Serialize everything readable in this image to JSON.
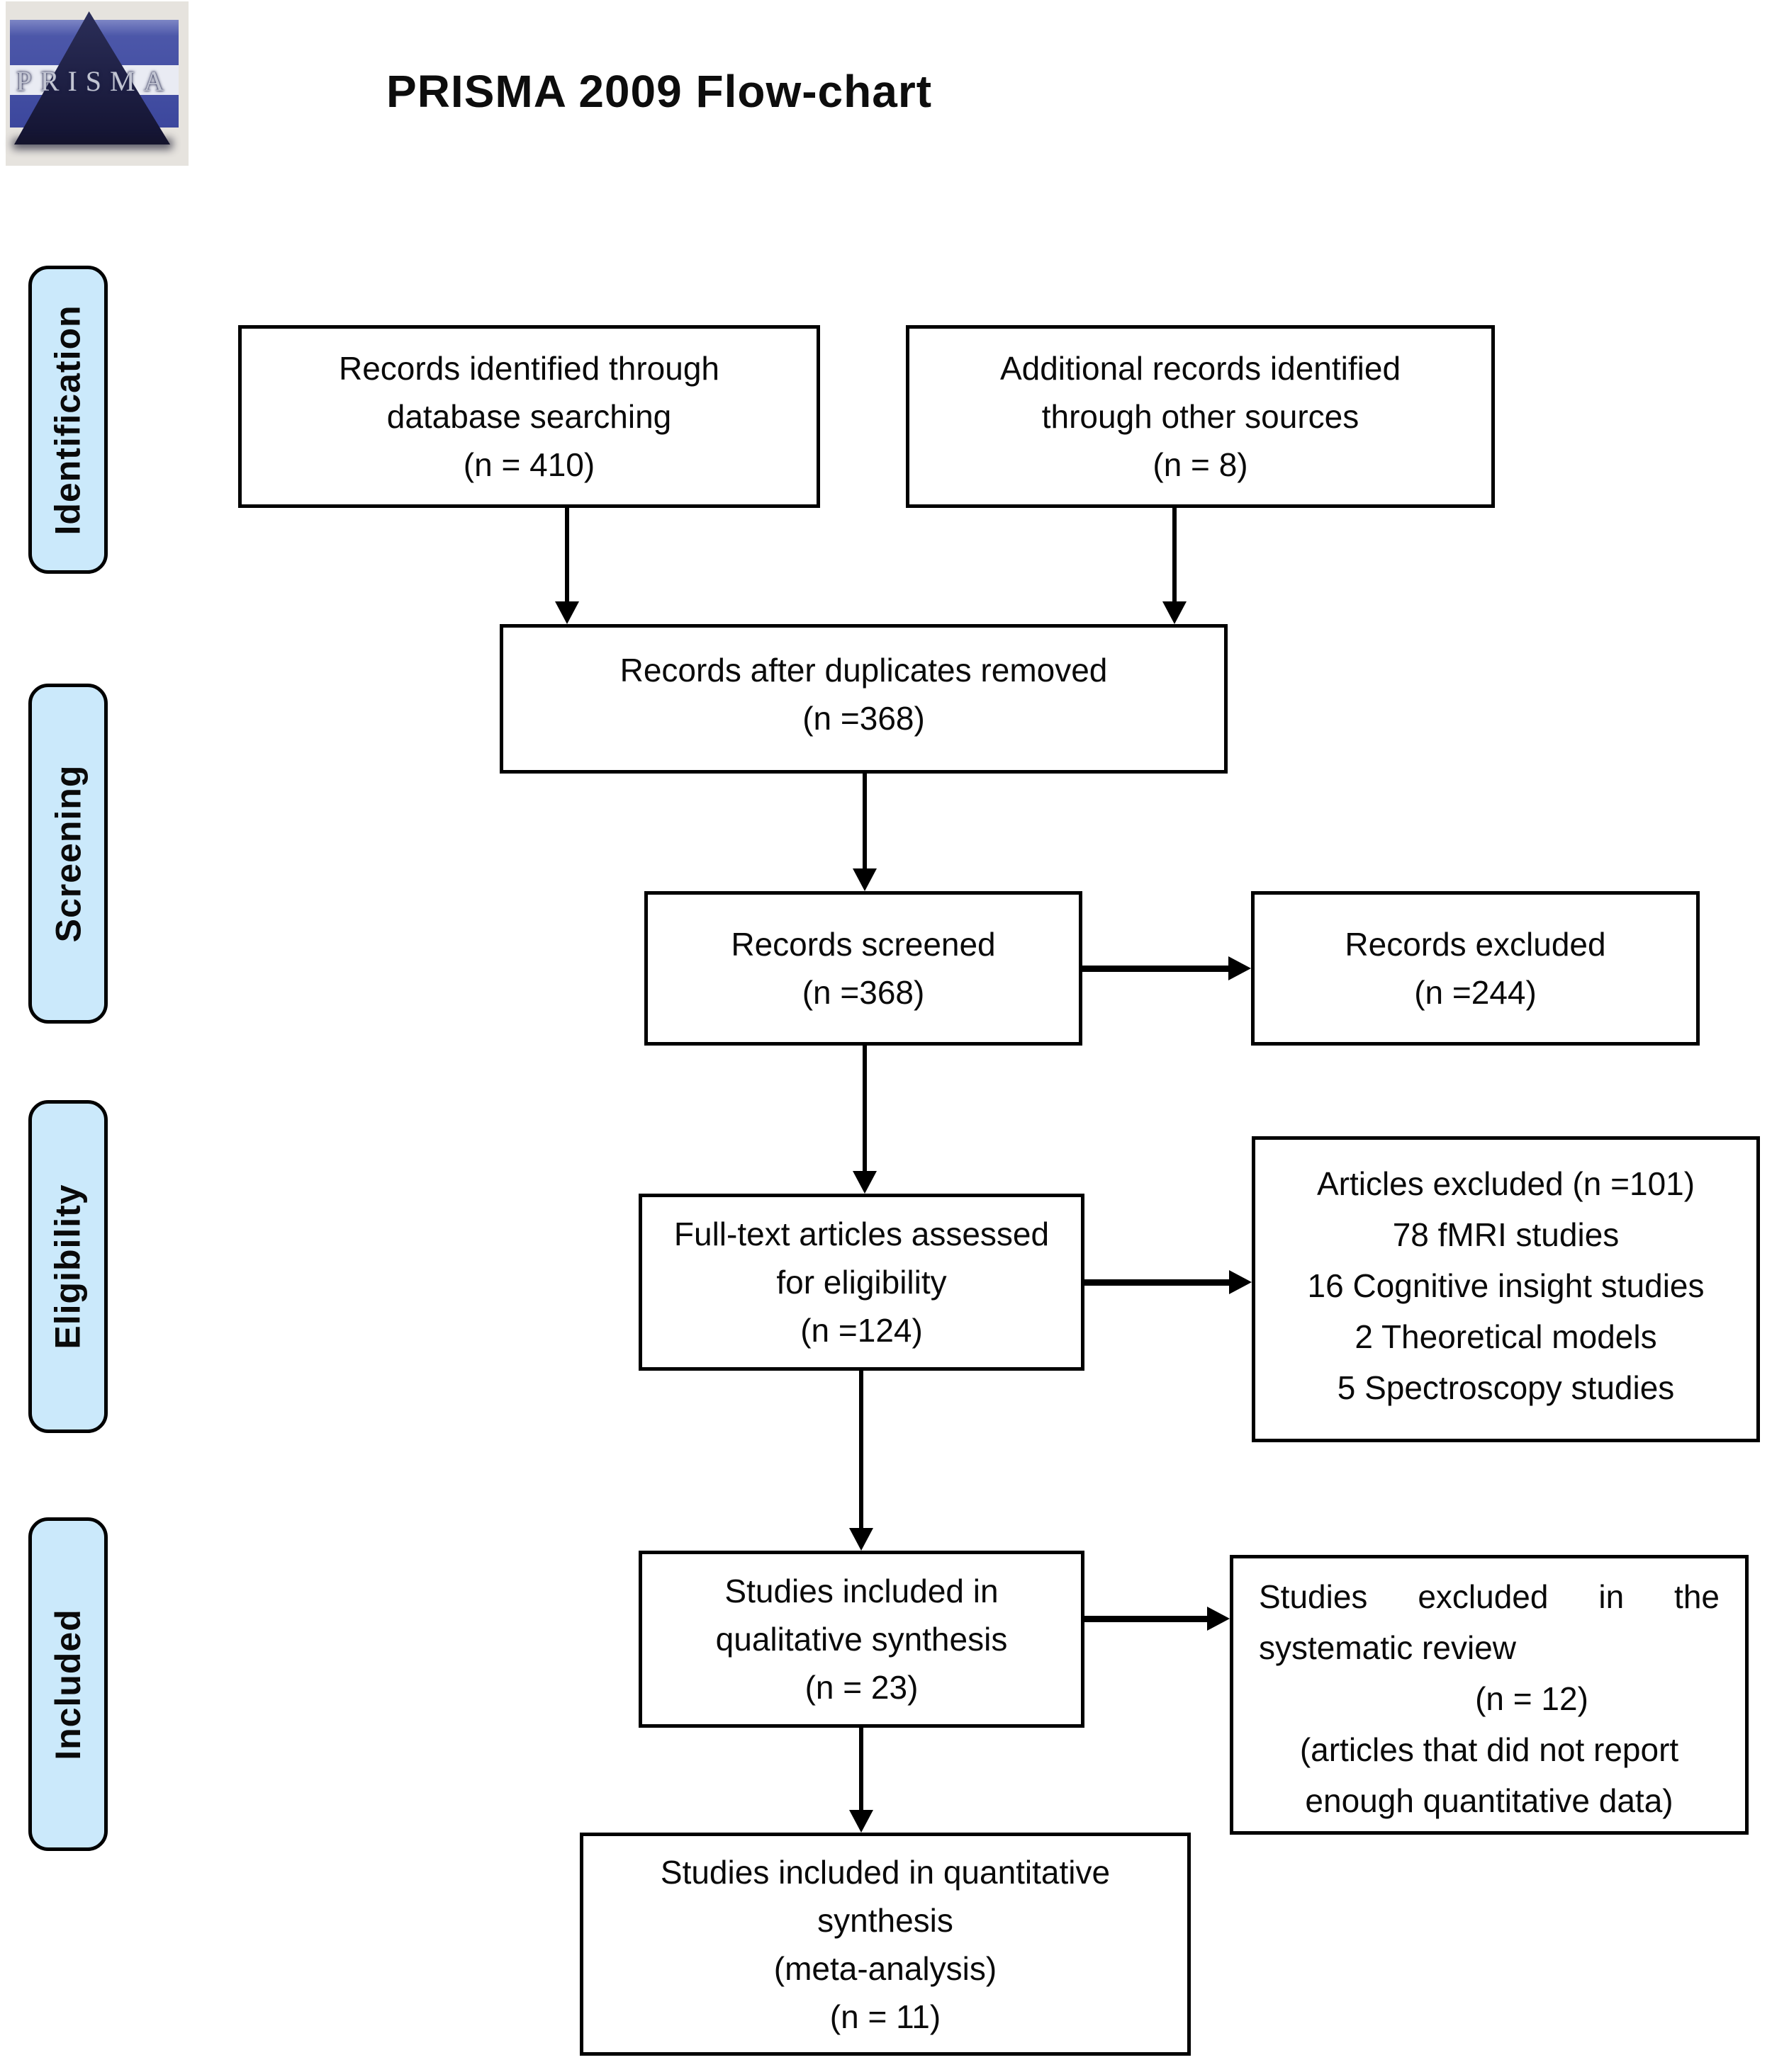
{
  "header": {
    "title": "PRISMA 2009 Flow-chart",
    "logo_text": "PRISMA"
  },
  "stages": [
    {
      "label": "Identification"
    },
    {
      "label": "Screening"
    },
    {
      "label": "Eligibility"
    },
    {
      "label": "Included"
    }
  ],
  "boxes": {
    "db_search": {
      "lines": [
        "Records identified through",
        "database searching",
        "(n = 410)"
      ]
    },
    "other_sources": {
      "lines": [
        "Additional records identified",
        "through other sources",
        "(n = 8)"
      ]
    },
    "duplicates_removed": {
      "lines": [
        "Records after duplicates removed",
        "(n =368)"
      ]
    },
    "screened": {
      "lines": [
        "Records screened",
        "(n =368)"
      ]
    },
    "records_excluded": {
      "lines": [
        "Records excluded",
        "(n =244)"
      ]
    },
    "fulltext": {
      "lines": [
        "Full-text articles assessed",
        "for eligibility",
        "(n =124)"
      ]
    },
    "articles_excluded": {
      "lines": [
        "Articles excluded (n =101)",
        "78 fMRI studies",
        "16 Cognitive insight studies",
        "2 Theoretical models",
        "5 Spectroscopy studies"
      ]
    },
    "qualitative": {
      "lines": [
        "Studies included in",
        "qualitative synthesis",
        "(n = 23)"
      ]
    },
    "systematic_excluded": {
      "lines": [
        "Studies excluded in the",
        "systematic review",
        "(n = 12)",
        "(articles that did not report",
        "enough quantitative data)"
      ]
    },
    "quantitative": {
      "lines": [
        "Studies included in quantitative",
        "synthesis",
        "(meta-analysis)",
        "(n = 11)"
      ]
    }
  },
  "colors": {
    "background": "#ffffff",
    "stage_fill": "#cbe9fb",
    "box_border": "#000000",
    "arrow": "#000000",
    "logo_blue": "#4c57a9",
    "logo_dark_triangle": "#17173a"
  }
}
